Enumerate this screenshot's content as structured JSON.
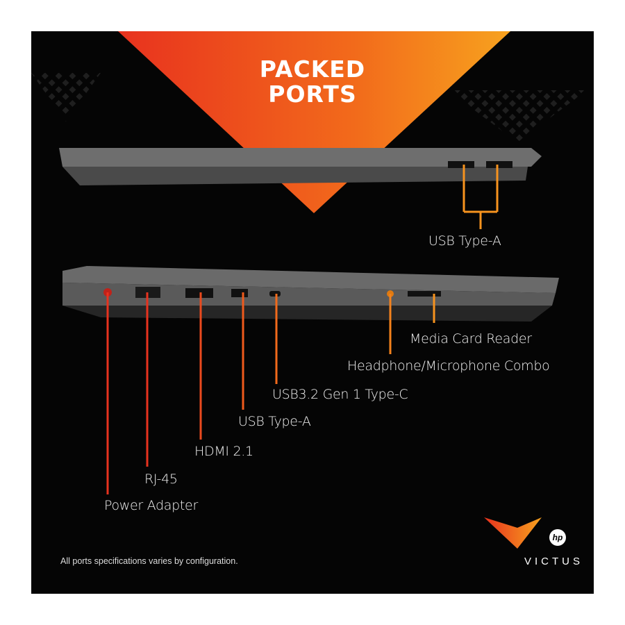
{
  "title": {
    "line1": "PACKED",
    "line2": "PORTS"
  },
  "top_view": {
    "labels": [
      "USB Type-A"
    ]
  },
  "side_view": {
    "labels": {
      "power": "Power Adapter",
      "rj45": "RJ-45",
      "hdmi": "HDMI 2.1",
      "usb_a": "USB Type-A",
      "usb_c": "USB3.2 Gen 1 Type-C",
      "audio": "Headphone/Microphone Combo",
      "card": "Media Card Reader"
    }
  },
  "footnote": "All ports specifications varies by configuration.",
  "brand": {
    "name": "VICTUS",
    "logo_text": "hp"
  },
  "colors": {
    "red": "#e8321e",
    "orange": "#f26a1b",
    "amber": "#f7931e",
    "background": "#050505"
  }
}
